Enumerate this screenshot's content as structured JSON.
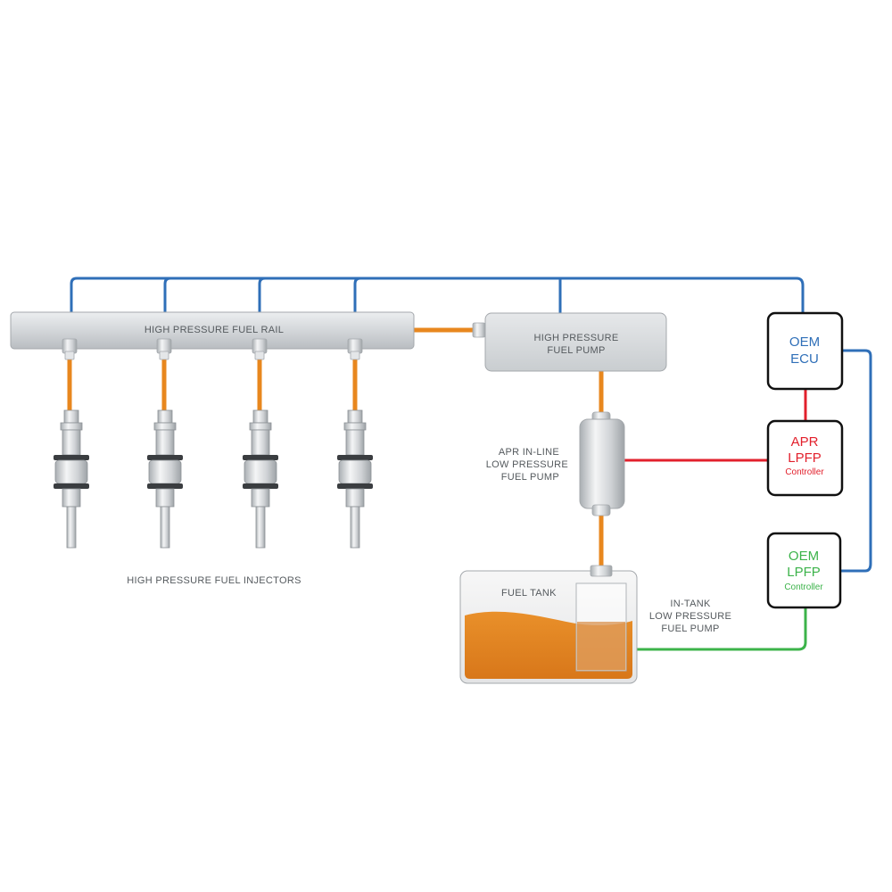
{
  "labels": {
    "fuel_rail": "HIGH PRESSURE FUEL RAIL",
    "hp_pump_line1": "HIGH PRESSURE",
    "hp_pump_line2": "FUEL PUMP",
    "inline_pump_line1": "APR IN-LINE",
    "inline_pump_line2": "LOW PRESSURE",
    "inline_pump_line3": "FUEL PUMP",
    "injectors": "HIGH PRESSURE FUEL INJECTORS",
    "fuel_tank": "FUEL TANK",
    "intank_pump_line1": "IN-TANK",
    "intank_pump_line2": "LOW PRESSURE",
    "intank_pump_line3": "FUEL PUMP"
  },
  "controllers": {
    "oem_ecu": {
      "line1": "OEM",
      "line2": "ECU"
    },
    "apr_lpfp": {
      "line1": "APR",
      "line2": "LPFP",
      "line3": "Controller"
    },
    "oem_lpfp": {
      "line1": "OEM",
      "line2": "LPFP",
      "line3": "Controller"
    }
  },
  "colors": {
    "signal_blue": "#2f6fb8",
    "signal_red": "#e2202c",
    "signal_green": "#3cb34a",
    "fuel_orange": "#e8871e",
    "apr_red": "#e2202c",
    "oem_blue": "#2f6fb8",
    "oem_green": "#3cb34a",
    "label_gray": "#555a5e"
  }
}
